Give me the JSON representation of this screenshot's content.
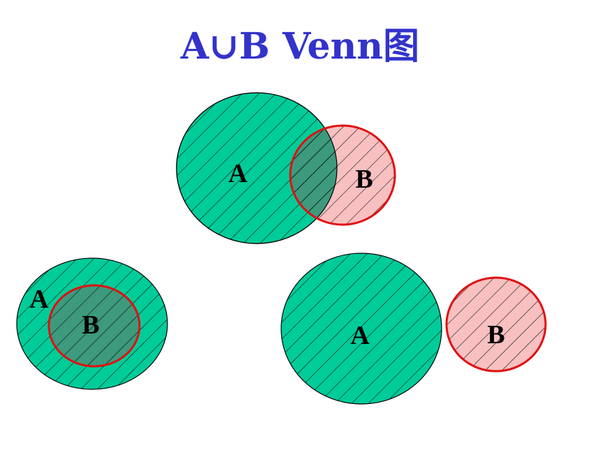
{
  "title": "A∪B Venn图",
  "colors": {
    "title": "#3333cc",
    "set_a_fill": "#00cc99",
    "set_b_fill": "#f8c0c0",
    "intersection_fill": "#3d9a7c",
    "set_a_stroke": "#000000",
    "set_b_stroke": "#e01010",
    "hatch": "#000000"
  },
  "diagrams": [
    {
      "name": "overlapping",
      "label_a": "A",
      "label_b": "B"
    },
    {
      "name": "b-subset-of-a",
      "label_a": "A",
      "label_b": "B"
    },
    {
      "name": "disjoint",
      "label_a": "A",
      "label_b": "B"
    }
  ]
}
